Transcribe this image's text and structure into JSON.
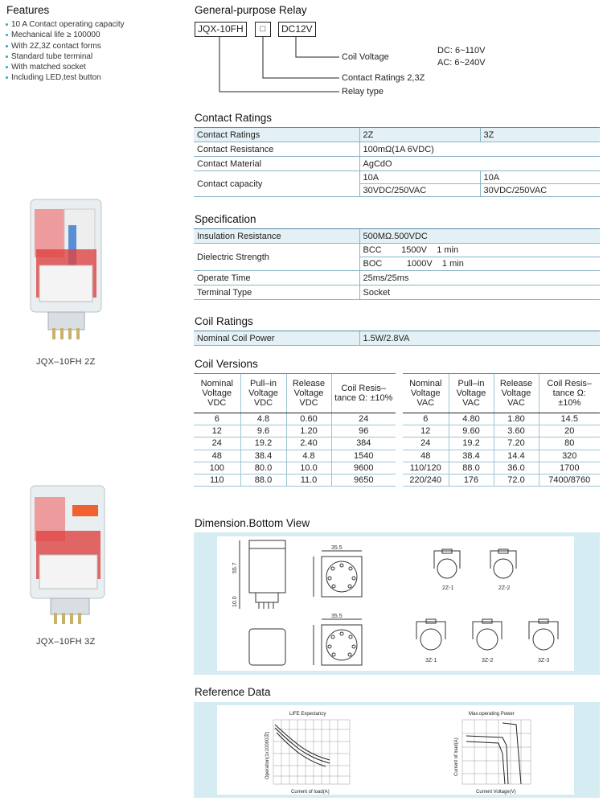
{
  "features": {
    "title": "Features",
    "items": [
      "10 A Contact operating capacity",
      "Mechanical life ≥ 100000",
      "With 2Z,3Z contact forms",
      "Standard tube terminal",
      "With matched socket",
      "Including LED,test button"
    ]
  },
  "general": {
    "title": "General-purpose Relay",
    "code_model": "JQX-10FH",
    "code_box": "□",
    "code_voltage": "DC12V",
    "coil_voltage_label": "Coil Voltage",
    "dc_range": "DC: 6~110V",
    "ac_range": "AC: 6~240V",
    "contact_label": "Contact Ratings 2,3Z",
    "relay_type_label": "Relay type"
  },
  "contact_ratings": {
    "title": "Contact Ratings",
    "header": [
      "Contact Ratings",
      "2Z",
      "3Z"
    ],
    "resistance": [
      "Contact Resistance",
      "100mΩ(1A 6VDC)"
    ],
    "material": [
      "Contact Material",
      "AgCdO"
    ],
    "capacity_label": "Contact capacity",
    "capacity_amp": [
      "10A",
      "10A"
    ],
    "capacity_volt": [
      "30VDC/250VAC",
      "30VDC/250VAC"
    ]
  },
  "specification": {
    "title": "Specification",
    "insulation": [
      "Insulation Resistance",
      "500MΩ.500VDC"
    ],
    "dielectric_label": "Dielectric Strength",
    "bcc": "BCC        1500V    1 min",
    "boc": "BOC          1000V    1 min",
    "operate": [
      "Operate Time",
      "25ms/25ms"
    ],
    "terminal": [
      "Terminal Type",
      "Socket"
    ]
  },
  "coil_ratings": {
    "title": "Coil Ratings",
    "row": [
      "Nominal Coil Power",
      "1.5W/2.8VA"
    ]
  },
  "coil_versions": {
    "title": "Coil Versions",
    "dc_headers": [
      "Nominal Voltage VDC",
      "Pull–in Voltage VDC",
      "Release Voltage VDC",
      "Coil Resis– tance Ω: ±10%"
    ],
    "dc_rows": [
      [
        "6",
        "4.8",
        "0.60",
        "24"
      ],
      [
        "12",
        "9.6",
        "1.20",
        "96"
      ],
      [
        "24",
        "19.2",
        "2.40",
        "384"
      ],
      [
        "48",
        "38.4",
        "4.8",
        "1540"
      ],
      [
        "100",
        "80.0",
        "10.0",
        "9600"
      ],
      [
        "110",
        "88.0",
        "11.0",
        "9650"
      ]
    ],
    "ac_headers": [
      "Nominal Voltage VAC",
      "Pull–in Voltage VAC",
      "Release Voltage VAC",
      "Coil Resis– tance Ω: ±10%"
    ],
    "ac_rows": [
      [
        "6",
        "4.80",
        "1.80",
        "14.5"
      ],
      [
        "12",
        "9.60",
        "3.60",
        "20"
      ],
      [
        "24",
        "19.2",
        "7.20",
        "80"
      ],
      [
        "48",
        "38.4",
        "14.4",
        "320"
      ],
      [
        "110/120",
        "88.0",
        "36.0",
        "1700"
      ],
      [
        "220/240",
        "176",
        "72.0",
        "7400/8760"
      ]
    ]
  },
  "dimension": {
    "title": "Dimension.Bottom View",
    "dim_35_5": "35.5",
    "dim_55_7": "55.7",
    "dim_10_0": "10.0",
    "labels": [
      "2Z-1",
      "2Z-2",
      "3Z-1",
      "3Z-2",
      "3Z-3"
    ]
  },
  "reference": {
    "title": "Reference Data",
    "life_title": "LIFE  Expectancy",
    "life_ylabel": "Operation(1x10000次)",
    "life_xlabel": "Current of load(A)",
    "power_title": "Max.operating Power",
    "power_ylabel": "Current of load(A)",
    "power_xlabel": "Current Voltage(V)"
  },
  "captions": {
    "relay_2z": "JQX–10FH  2Z",
    "relay_3z": "JQX–10FH  3Z"
  }
}
